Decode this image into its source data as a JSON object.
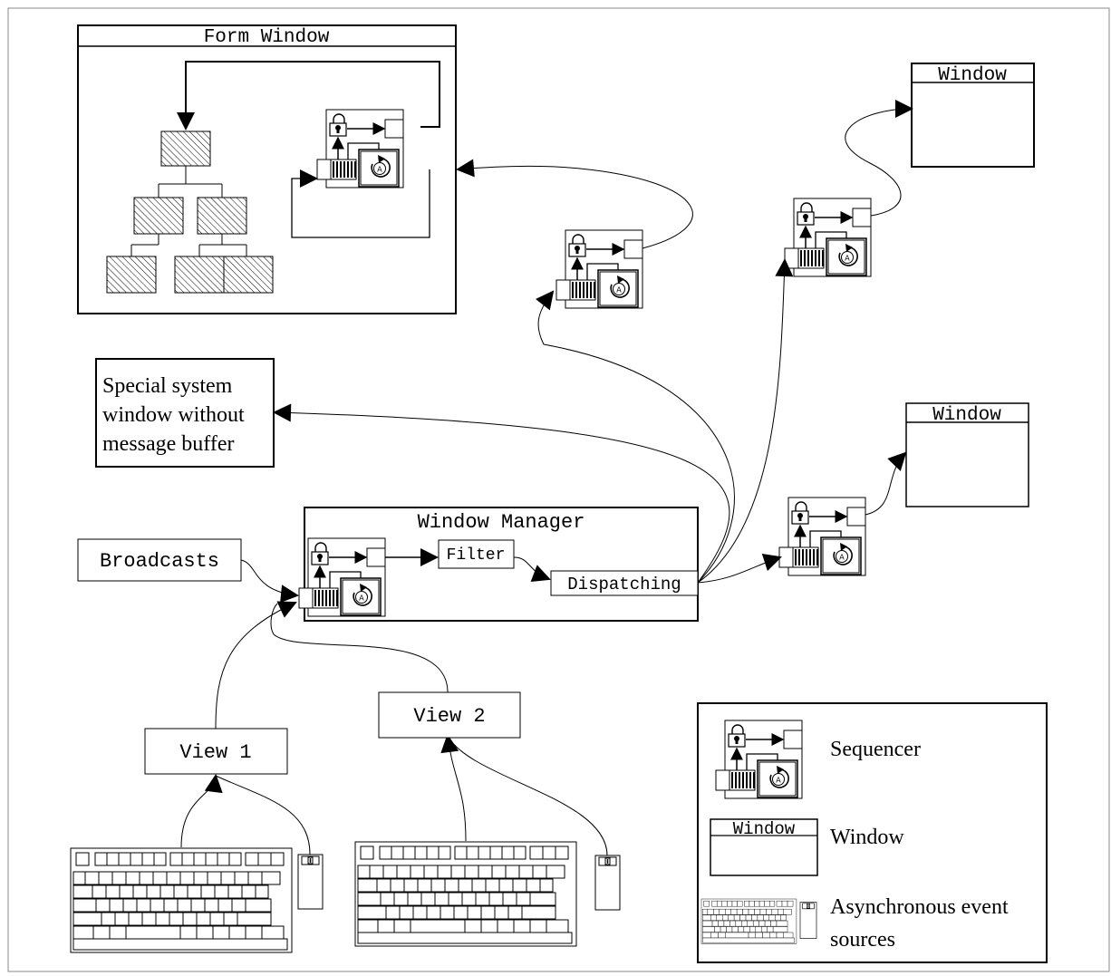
{
  "form_window": {
    "title": "Form Window"
  },
  "top_window": {
    "title": "Window"
  },
  "right_window": {
    "title": "Window"
  },
  "special_window": {
    "lines": [
      "Special system",
      "window without",
      "message buffer"
    ]
  },
  "broadcasts": {
    "label": "Broadcasts"
  },
  "window_manager": {
    "title": "Window Manager",
    "filter": "Filter",
    "dispatching": "Dispatching"
  },
  "views": {
    "view1": "View 1",
    "view2": "View 2"
  },
  "legend": {
    "sequencer": "Sequencer",
    "window_label": "Window",
    "window_sample_title": "Window",
    "async_lines": [
      "Asynchronous event",
      "sources"
    ]
  },
  "icons": {
    "sequencer": "sequencer-icon",
    "lock": "lock-icon",
    "queue": "message-queue-icon",
    "activity": "activity-cycle-icon",
    "keyboard": "keyboard-icon",
    "mouse": "mouse-icon"
  }
}
